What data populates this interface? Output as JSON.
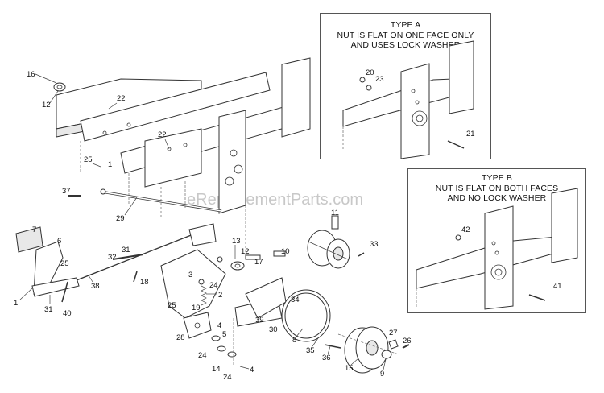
{
  "watermark": "eReplacementParts.com",
  "inset_a": {
    "title_lines": [
      "TYPE A",
      "NUT IS FLAT ON ONE FACE ONLY",
      "AND USES LOCK WASHER"
    ],
    "callouts": [
      "20",
      "23",
      "21"
    ]
  },
  "inset_b": {
    "title_lines": [
      "TYPE B",
      "NUT IS FLAT ON BOTH FACES",
      "AND NO LOCK WASHER"
    ],
    "callouts": [
      "42",
      "41"
    ]
  },
  "callouts": [
    "16",
    "12",
    "22",
    "22",
    "25",
    "1",
    "37",
    "29",
    "7",
    "6",
    "25",
    "32",
    "31",
    "1",
    "38",
    "31",
    "40",
    "18",
    "3",
    "24",
    "2",
    "25",
    "19",
    "28",
    "4",
    "5",
    "24",
    "14",
    "24",
    "4",
    "13",
    "12",
    "17",
    "10",
    "11",
    "33",
    "39",
    "30",
    "34",
    "8",
    "35",
    "36",
    "15",
    "27",
    "26",
    "9"
  ]
}
